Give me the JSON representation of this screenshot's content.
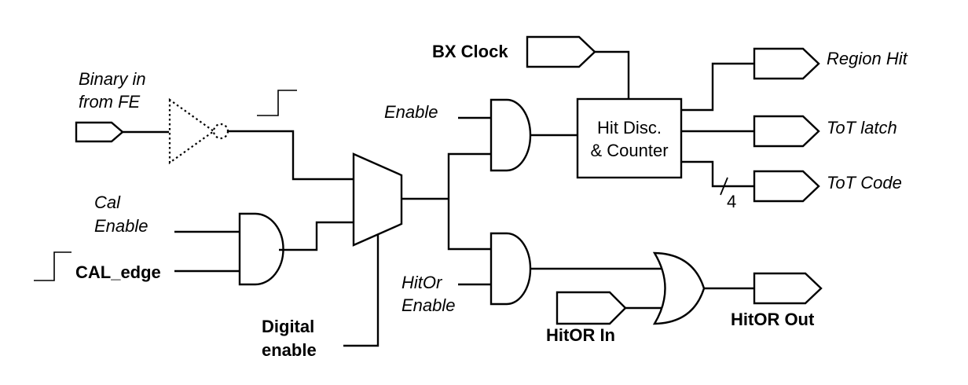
{
  "labels": {
    "binary_in_1": "Binary in",
    "binary_in_2": "from FE",
    "cal_enable_1": "Cal",
    "cal_enable_2": "Enable",
    "cal_edge": "CAL_edge",
    "digital_enable_1": "Digital",
    "digital_enable_2": "enable",
    "enable": "Enable",
    "hitor_enable_1": "HitOr",
    "hitor_enable_2": "Enable",
    "bx_clock": "BX Clock",
    "counter_1": "Hit Disc.",
    "counter_2": "& Counter",
    "region_hit": "Region Hit",
    "tot_latch": "ToT latch",
    "tot_code": "ToT Code",
    "bus_width": "4",
    "hitor_in": "HitOR In",
    "hitor_out": "HitOR Out"
  }
}
